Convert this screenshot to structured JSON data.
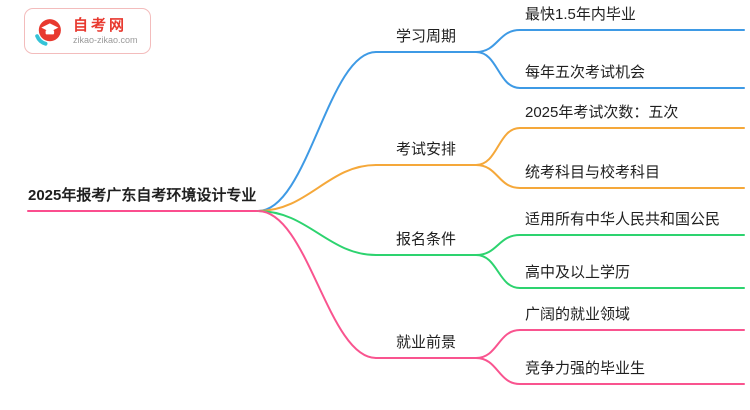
{
  "logo": {
    "name": "自考网",
    "domain": "zikao-zikao.com",
    "icon": "graduation-cap-logo-icon",
    "brand_color": "#e8392f",
    "accent_color": "#35c3d7"
  },
  "root": {
    "label": "2025年报考广东自考环境设计专业",
    "color": "#fb4d8e"
  },
  "branches": [
    {
      "label": "学习周期",
      "color": "#3e9ae5",
      "leaves": [
        {
          "label": "最快1.5年内毕业"
        },
        {
          "label": "每年五次考试机会"
        }
      ]
    },
    {
      "label": "考试安排",
      "color": "#f5a83a",
      "leaves": [
        {
          "label": "2025年考试次数：五次"
        },
        {
          "label": "统考科目与校考科目"
        }
      ]
    },
    {
      "label": "报名条件",
      "color": "#2dd36f",
      "leaves": [
        {
          "label": "适用所有中华人民共和国公民"
        },
        {
          "label": "高中及以上学历"
        }
      ]
    },
    {
      "label": "就业前景",
      "color": "#f9548f",
      "leaves": [
        {
          "label": "广阔的就业领域"
        },
        {
          "label": "竞争力强的毕业生"
        }
      ]
    }
  ]
}
